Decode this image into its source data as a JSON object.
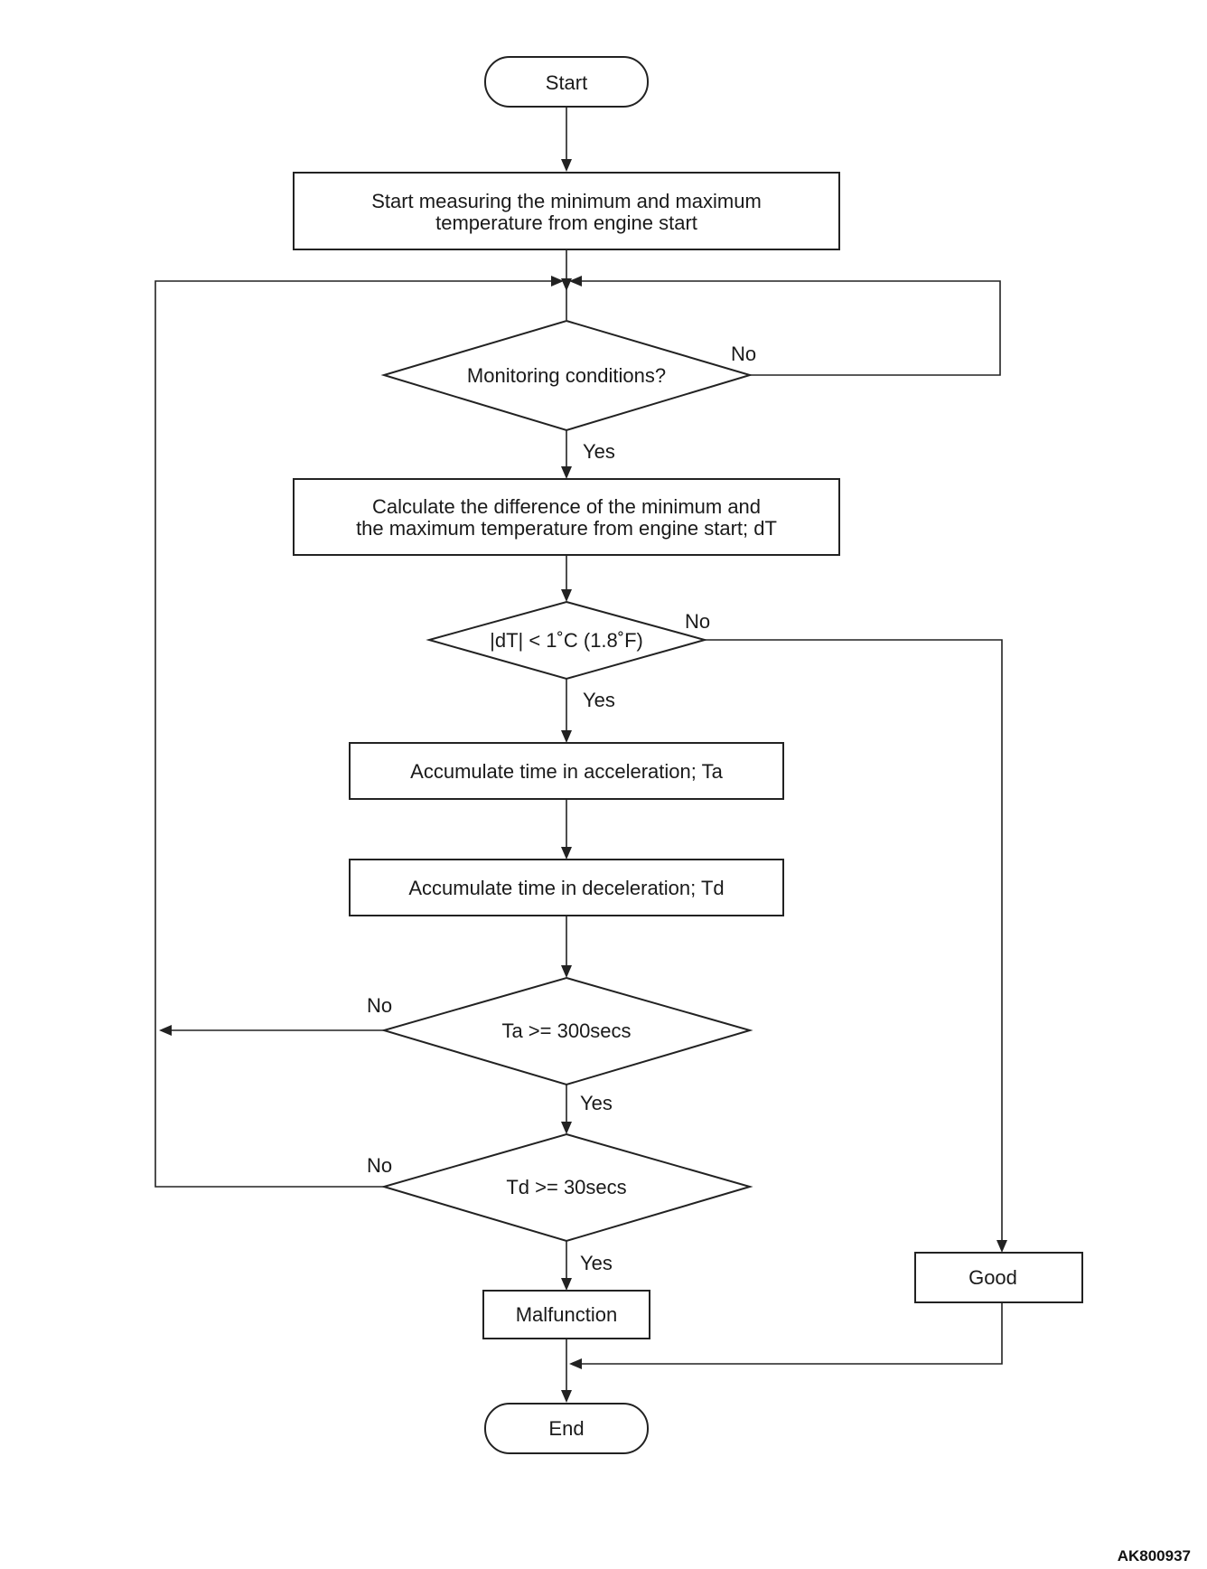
{
  "nodes": {
    "start": {
      "text": "Start"
    },
    "measure": {
      "line1": "Start measuring the minimum and maximum",
      "line2": "temperature from engine start"
    },
    "monitoring": {
      "text": "Monitoring conditions?"
    },
    "calculate": {
      "line1": "Calculate the difference of the minimum and",
      "line2": "the maximum temperature from engine start; dT"
    },
    "dt_check": {
      "text": "|dT| < 1˚C (1.8˚F)"
    },
    "accumulate_accel": {
      "text": "Accumulate time in acceleration; Ta"
    },
    "accumulate_decel": {
      "text": "Accumulate time in deceleration; Td"
    },
    "ta_check": {
      "text": "Ta >= 300secs"
    },
    "td_check": {
      "text": "Td >= 30secs"
    },
    "malfunction": {
      "text": "Malfunction"
    },
    "good": {
      "text": "Good"
    },
    "end": {
      "text": "End"
    }
  },
  "branches": {
    "monitoring_no": "No",
    "monitoring_yes": "Yes",
    "dt_no": "No",
    "dt_yes": "Yes",
    "ta_no": "No",
    "ta_yes": "Yes",
    "td_no": "No",
    "td_yes": "Yes"
  },
  "reference_code": "AK800937"
}
